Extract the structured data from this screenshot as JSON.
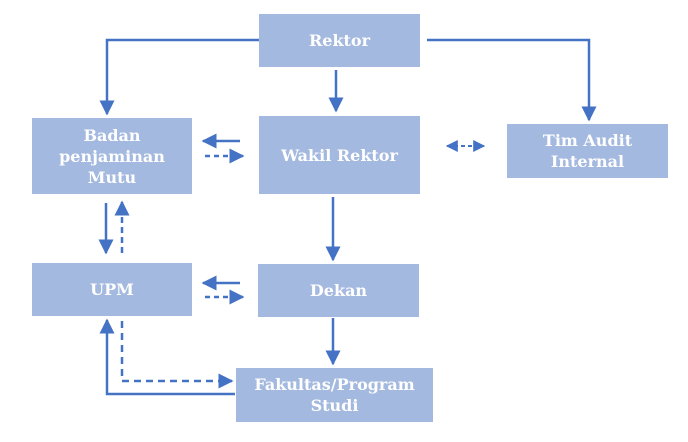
{
  "colors": {
    "box_fill": "#a4b9df",
    "box_text": "#ffffff",
    "arrow": "#4472c4"
  },
  "nodes": {
    "rektor": "Rektor",
    "wakil_rektor": "Wakil Rektor",
    "badan": "Badan\npenjaminan\nMutu",
    "tim_audit": "Tim Audit\nInternal",
    "upm": "UPM",
    "dekan": "Dekan",
    "fakultas": "Fakultas/Program\nStudi"
  }
}
